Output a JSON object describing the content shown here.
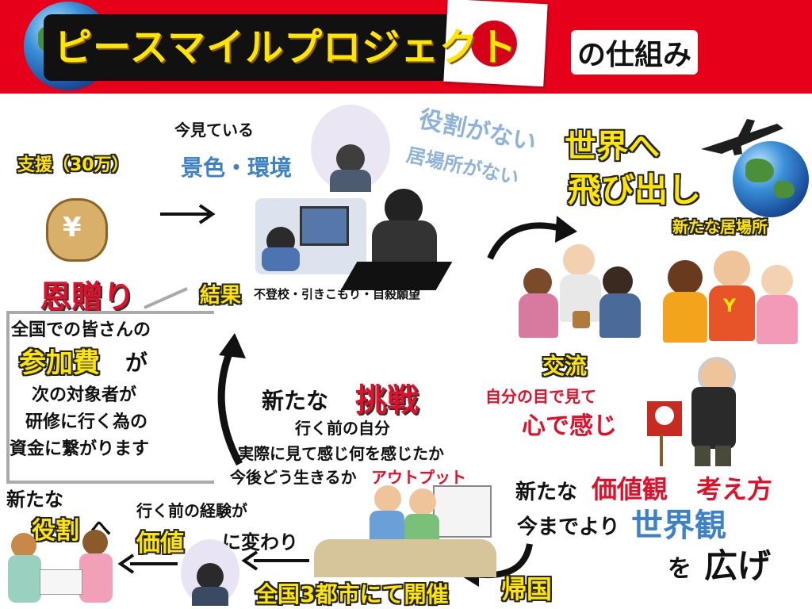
{
  "header": {
    "title": "ピースマイルプロジェクト",
    "subtitle": "の仕組み",
    "bg_color": "#e6001a",
    "title_color": "#ffe600"
  },
  "support": {
    "label": "支援（30万）",
    "icon": "money-bag-icon"
  },
  "view": {
    "line1": "今見ている",
    "line2": "景色・環境"
  },
  "no_role": {
    "line1": "役割がない",
    "line2": "居場所がない"
  },
  "result": {
    "label": "結果",
    "text": "不登校・引きこもり・自殺願望"
  },
  "fly": {
    "line1": "世界へ",
    "line2": "飛び出し",
    "new_place": "新たな居場所"
  },
  "onkuri": {
    "label": "恩贈り",
    "line1": "全国での皆さんの",
    "line2a": "参加費",
    "line2b": "が",
    "line3": "次の対象者が",
    "line4": "研修に行く為の",
    "line5": "資金に繋がります"
  },
  "challenge": {
    "label_a": "新たな",
    "label_b": "挑戦",
    "line1": "行く前の自分",
    "line2": "実際に見て感じ何を感じたか",
    "line3a": "今後どう生きるか",
    "line3b": "アウトプット"
  },
  "exchange": {
    "label": "交流",
    "line1": "自分の目で見て",
    "line2": "心で感じ"
  },
  "values": {
    "line1a": "新たな",
    "line1b": "価値観",
    "line1c": "考え方",
    "line2a": "今までより",
    "line2b": "世界観",
    "line3a": "を",
    "line3b": "広げ"
  },
  "role": {
    "line1": "新たな",
    "line2a": "役割",
    "line2b": "へ"
  },
  "experience": {
    "line1": "行く前の経験が",
    "line2a": "価値",
    "line2b": "に変わり"
  },
  "bottom": {
    "held": "全国3都市にて開催",
    "return": "帰国"
  }
}
